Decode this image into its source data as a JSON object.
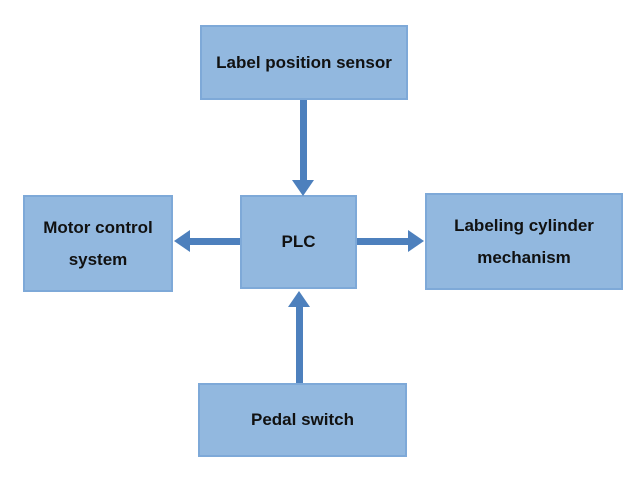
{
  "diagram": {
    "nodes": {
      "label_position_sensor": {
        "label": "Label position sensor"
      },
      "motor_control_system": {
        "label": "Motor control system"
      },
      "plc": {
        "label": "PLC"
      },
      "labeling_cylinder_mechanism": {
        "label": "Labeling cylinder mechanism"
      },
      "pedal_switch": {
        "label": "Pedal switch"
      }
    },
    "connections": [
      {
        "from": "label_position_sensor",
        "to": "plc",
        "direction": "down"
      },
      {
        "from": "plc",
        "to": "motor_control_system",
        "direction": "left"
      },
      {
        "from": "plc",
        "to": "labeling_cylinder_mechanism",
        "direction": "right"
      },
      {
        "from": "pedal_switch",
        "to": "plc",
        "direction": "up"
      }
    ]
  },
  "colors": {
    "background": "#ffffff",
    "node-fill": "#92b8df",
    "node-border": "#7ea9d8",
    "arrow": "#4d80bd",
    "text": "#111111"
  }
}
